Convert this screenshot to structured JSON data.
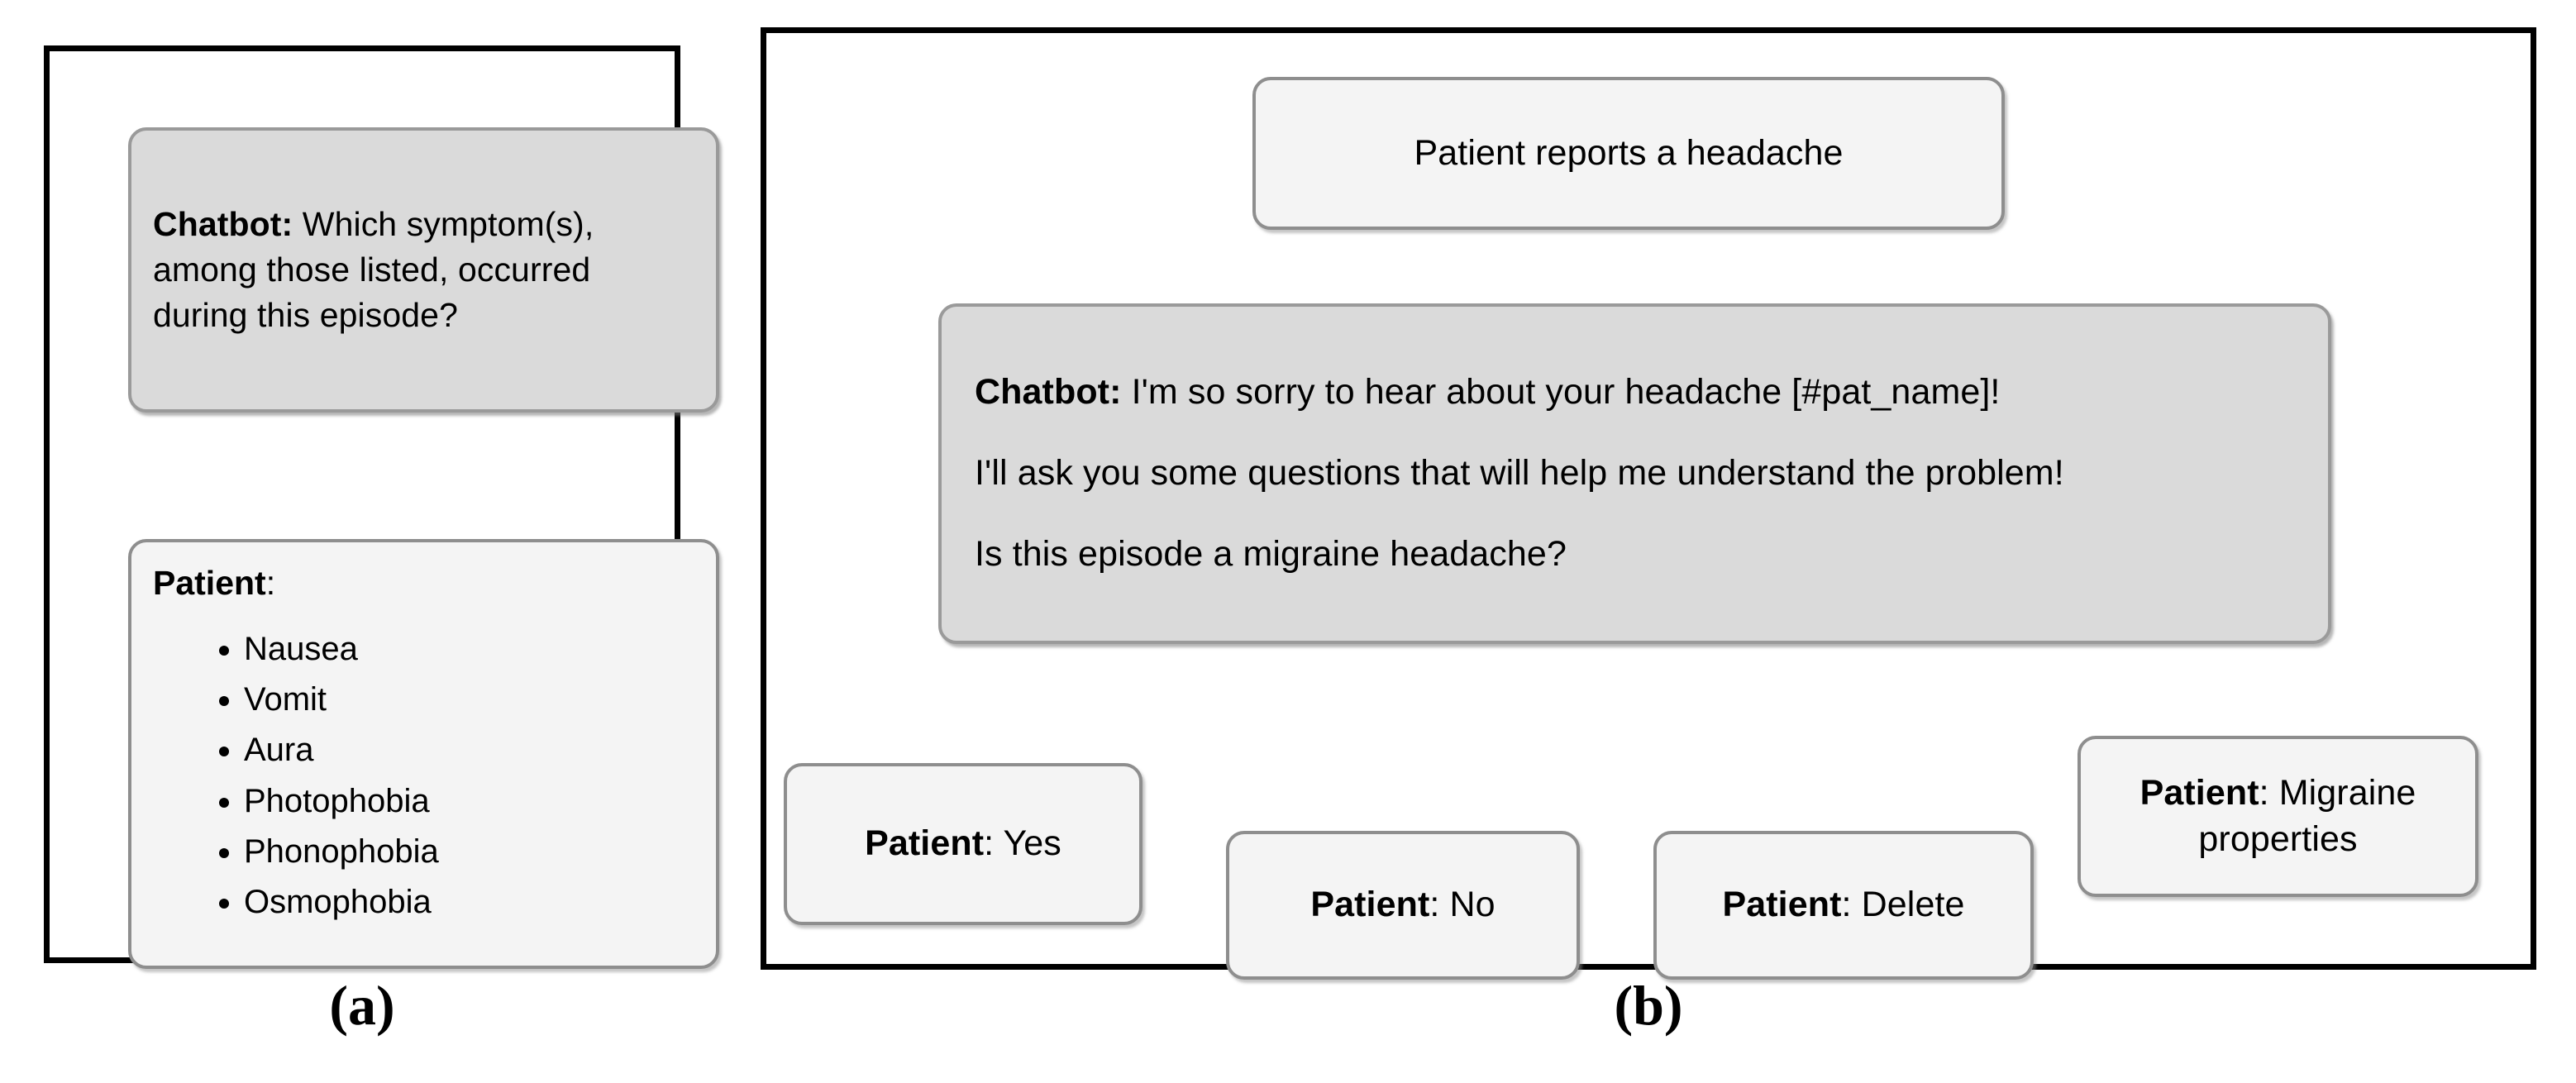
{
  "figure": {
    "panels": [
      {
        "id": "a",
        "caption": "(a)",
        "nodes": [
          {
            "name": "chatbot-symptom-question",
            "speaker": "Chatbot:",
            "text": " Which symptom(s), among those listed, occurred during this episode?",
            "style": "shaded"
          },
          {
            "name": "patient-symptom-list",
            "speaker": "Patient",
            "text": ":",
            "style": "light",
            "items": [
              "Nausea",
              "Vomit",
              "Aura",
              "Photophobia",
              "Phonophobia",
              "Osmophobia"
            ]
          }
        ]
      },
      {
        "id": "b",
        "caption": "(b)",
        "nodes": [
          {
            "name": "start-node",
            "text": "Patient reports a headache",
            "style": "light"
          },
          {
            "name": "chatbot-greeting",
            "speaker": "Chatbot:",
            "style": "shaded",
            "lines": [
              " I'm so sorry to hear about your headache [#pat_name]!",
              "I'll ask you some questions that will help me understand the problem!",
              "Is this episode a migraine headache?"
            ]
          },
          {
            "name": "patient-yes",
            "speaker": "Patient",
            "text": ": Yes",
            "style": "light"
          },
          {
            "name": "patient-no",
            "speaker": "Patient",
            "text": ": No",
            "style": "light"
          },
          {
            "name": "patient-delete",
            "speaker": "Patient",
            "text": ":  Delete",
            "style": "light"
          },
          {
            "name": "patient-migraine-properties",
            "speaker": "Patient",
            "text": ": Migraine",
            "text2": "properties",
            "style": "light"
          }
        ]
      }
    ]
  },
  "colors": {
    "panel_border": "#000000",
    "shaded_fill": "#dadada",
    "shaded_border": "#9a9a9a",
    "light_fill": "#f4f4f4",
    "light_border": "#8e8e8e",
    "arrow": "#000000",
    "background": "#ffffff"
  }
}
